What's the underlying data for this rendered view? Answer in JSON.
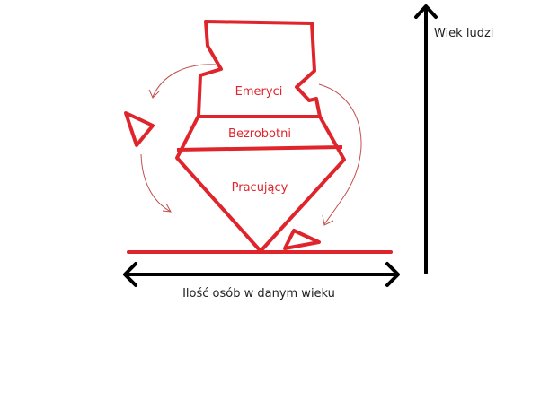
{
  "diagram": {
    "layers": [
      {
        "label": "Emeryci"
      },
      {
        "label": "Bezrobotni"
      },
      {
        "label": "Pracujący"
      }
    ],
    "axes": {
      "vertical_label": "Wiek ludzi",
      "horizontal_label": "Ilość osób w danym wieku"
    }
  },
  "colors": {
    "shape": "#e0242b",
    "arrow_thin": "#c0504d",
    "axis": "#000000",
    "text_dark": "#222222"
  }
}
